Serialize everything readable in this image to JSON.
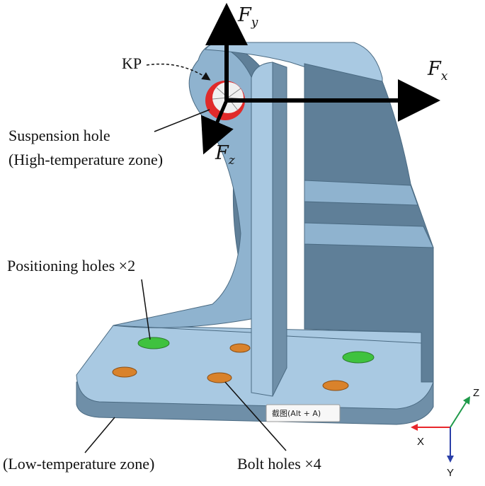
{
  "labels": {
    "kp": "KP",
    "suspension_hole": "Suspension hole",
    "high_temp_zone": "(High-temperature zone)",
    "positioning_holes": "Positioning holes ×2",
    "low_temp_zone": "(Low-temperature zone)",
    "bolt_holes": "Bolt holes ×4"
  },
  "forces": {
    "fy": {
      "main": "F",
      "sub": "y"
    },
    "fx": {
      "main": "F",
      "sub": "x"
    },
    "fz": {
      "main": "F",
      "sub": "z"
    }
  },
  "triad": {
    "x": "X",
    "y": "Y",
    "z": "Z"
  },
  "tooltip": {
    "text": "截图(Alt + A)"
  },
  "colors": {
    "body_light": "#a9c9e2",
    "body_mid": "#8fb3cf",
    "body_dark": "#5f7f98",
    "body_edge": "#4a6a82",
    "bolt_hole": "#d9822b",
    "positioning_hole": "#3fc23f",
    "hot_zone": "#e02a2a",
    "axis_x": "#e8262b",
    "axis_y": "#2a3fa8",
    "axis_z": "#1f9a4a"
  }
}
